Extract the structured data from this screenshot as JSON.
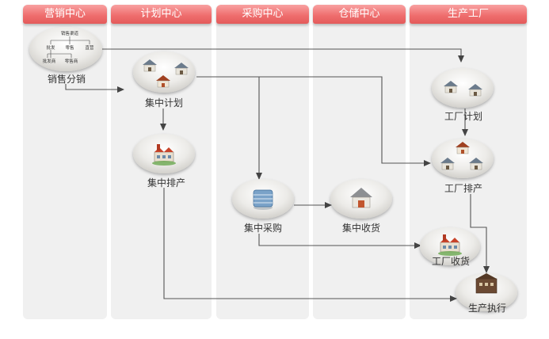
{
  "lanes": [
    {
      "title": "营销中心"
    },
    {
      "title": "计划中心"
    },
    {
      "title": "采购中心"
    },
    {
      "title": "仓储中心"
    },
    {
      "title": "生产工厂"
    }
  ],
  "nodes": {
    "sales_dist": "销售分销",
    "central_plan": "集中计划",
    "central_schedule": "集中排产",
    "central_purchase": "集中采购",
    "central_receive": "集中收货",
    "factory_plan": "工厂计划",
    "factory_schedule": "工厂排产",
    "factory_receive": "工厂收货",
    "production_exec": "生产执行"
  },
  "sales_tree": {
    "root": "销售渠道",
    "level2": [
      "批发",
      "零售",
      "直营"
    ],
    "level3": [
      "批发商",
      "零售商"
    ]
  }
}
